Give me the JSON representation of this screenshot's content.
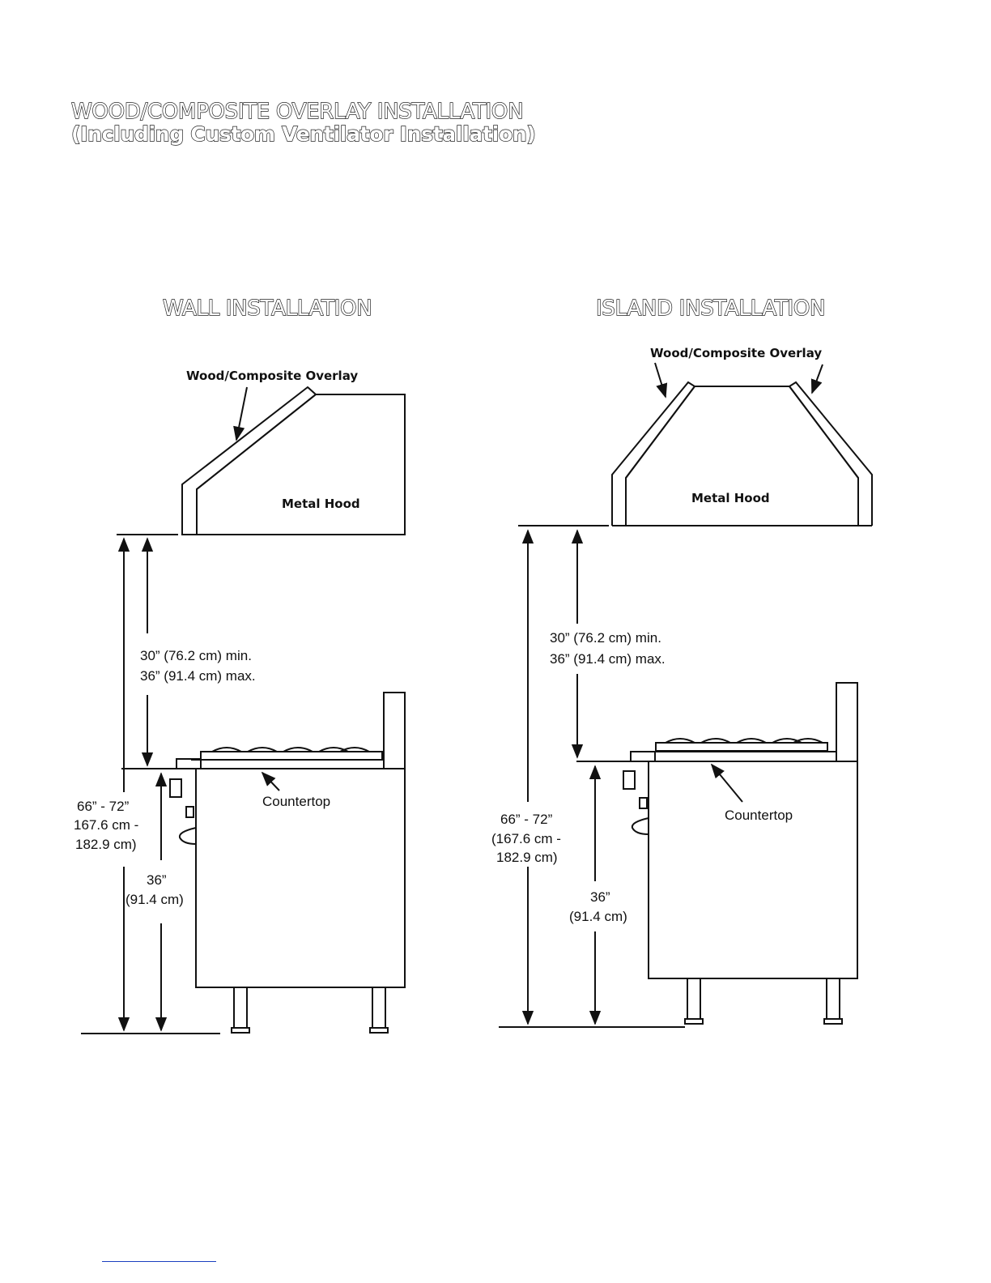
{
  "page": {
    "title": "WOOD/COMPOSITE OVERLAY INSTALLATION",
    "subtitle": "(Including Custom Ventilator Installation)"
  },
  "wall": {
    "heading": "WALL INSTALLATION",
    "overlay_label": "Wood/Composite Overlay",
    "hood_label": "Metal Hood",
    "clearance_line1": "30” (76.2 cm) min.",
    "clearance_line2": "36” (91.4 cm) max.",
    "countertop_label": "Countertop",
    "total_line1": "66” - 72”",
    "total_line2": "167.6 cm -",
    "total_line3": "182.9 cm)",
    "range_line1": "36”",
    "range_line2": "(91.4 cm)"
  },
  "island": {
    "heading": "ISLAND INSTALLATION",
    "overlay_label": "Wood/Composite Overlay",
    "hood_label": "Metal Hood",
    "clearance_line1": "30” (76.2 cm) min.",
    "clearance_line2": "36” (91.4 cm) max.",
    "countertop_label": "Countertop",
    "total_line1": "66” - 72”",
    "total_line2": "(167.6 cm -",
    "total_line3": "182.9 cm)",
    "range_line1": "36”",
    "range_line2": "(91.4 cm)"
  }
}
